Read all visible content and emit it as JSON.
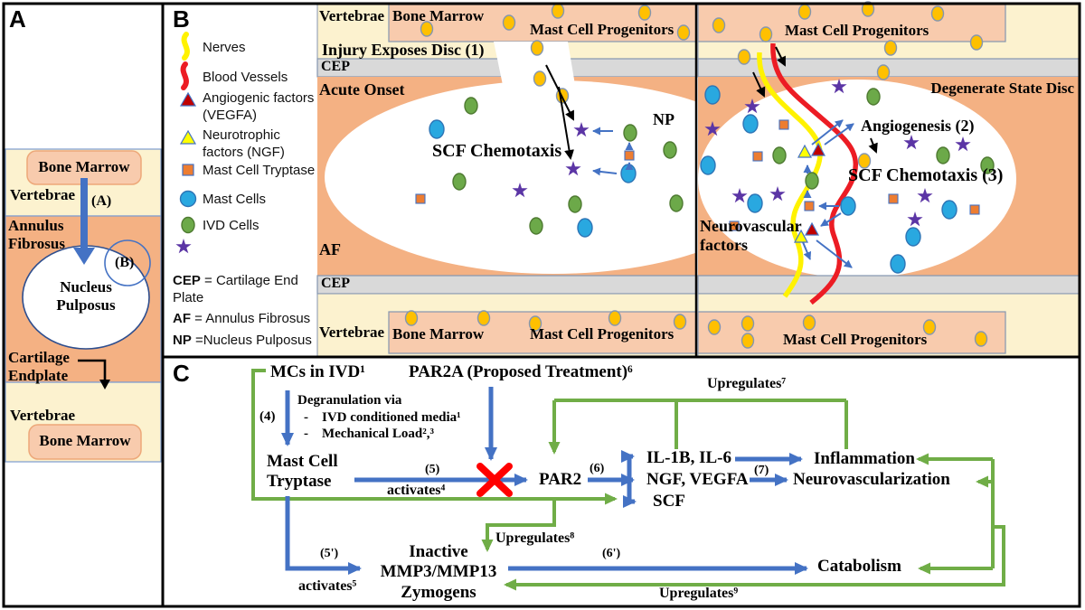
{
  "figure": {
    "panel_a_label": "A",
    "panel_b_label": "B",
    "panel_c_label": "C"
  },
  "panelA": {
    "vertebrae_top": "Vertebrae",
    "bone_marrow_top": "Bone Marrow",
    "arrow_label": "(A)",
    "annulus_fibrosus": "Annulus\nFibrosus",
    "nucleus_pulposus": "Nucleus\nPulposus",
    "inset_label": "(B)",
    "cartilage_endplate": "Cartilage\nEndplate",
    "vertebrae_bottom": "Vertebrae",
    "bone_marrow_bottom": "Bone Marrow"
  },
  "legend": {
    "items": [
      {
        "icon": "nerve-icon",
        "label": "Nerves"
      },
      {
        "icon": "blood-vessel-icon",
        "label": "Blood Vessels"
      },
      {
        "icon": "angiogenic-factor-icon",
        "label": "Angiogenic factors (VEGFA)"
      },
      {
        "icon": "neurotrophic-factor-icon",
        "label": "Neurotrophic factors (NGF)"
      },
      {
        "icon": "mast-cell-tryptase-icon",
        "label": "Mast Cell Tryptase"
      },
      {
        "icon": "mast-cell-icon",
        "label": "Mast Cells"
      },
      {
        "icon": "ivd-cell-icon",
        "label": "IVD Cells"
      },
      {
        "icon": "scf-star-icon",
        "label": ""
      }
    ],
    "abbreviations": [
      {
        "abbr": "CEP",
        "rest": " = Cartilage End Plate"
      },
      {
        "abbr": "AF",
        "rest": " = Annulus Fibrosus"
      },
      {
        "abbr": "NP",
        "rest": " =Nucleus Pulposus"
      }
    ]
  },
  "discLeft": {
    "vertebrae_top": "Vertebrae",
    "bone_marrow_top": "Bone Marrow",
    "progenitors_top": "Mast Cell Progenitors",
    "injury": "Injury Exposes Disc (1)",
    "cep_top": "CEP",
    "acute_onset": "Acute Onset",
    "np": "NP",
    "scf_chemotaxis": "SCF Chemotaxis",
    "af": "AF",
    "cep_bottom": "CEP",
    "vertebrae_bottom": "Vertebrae",
    "bone_marrow_bottom": "Bone Marrow",
    "progenitors_bottom": "Mast Cell Progenitors"
  },
  "discRight": {
    "progenitors_top": "Mast Cell Progenitors",
    "degenerate": "Degenerate State Disc",
    "angiogenesis": "Angiogenesis (2)",
    "scf_chemotaxis": "SCF Chemotaxis (3)",
    "neurovascular": "Neurovascular\nfactors",
    "progenitors_bottom": "Mast Cell Progenitors"
  },
  "pathway": {
    "mcs_in_ivd": "MCs in IVD¹",
    "par2a": "PAR2A (Proposed Treatment)⁶",
    "step4": "(4)",
    "degranulation": "Degranulation via",
    "degran_item1": "-    IVD conditioned media¹",
    "degran_item2": "-    Mechanical Load²,³",
    "mast_cell_tryptase": "Mast Cell\nTryptase",
    "step5": "(5)",
    "activates4": "activates⁴",
    "par2": "PAR2",
    "step6": "(6)",
    "il": "IL-1B, IL-6",
    "ngf": "NGF, VEGFA",
    "scf": "SCF",
    "step7": "(7)",
    "inflammation": "Inflammation",
    "neurovascularization": "Neurovascularization",
    "upregulates7": "Upregulates⁷",
    "upregulates8": "Upregulates⁸",
    "zymogens": "Inactive\nMMP3/MMP13\nZymogens",
    "step5p": "(5')",
    "activates5": "activates⁵",
    "step6p": "(6')",
    "catabolism": "Catabolism",
    "upregulates9": "Upregulates⁹"
  },
  "colors": {
    "blue_arrow": "#4472C4",
    "green_arrow": "#70AD47",
    "red_x": "#FF0000",
    "vertebrae_yellow": "#FCF2CF",
    "bone_marrow_salmon": "#F8CBAD",
    "annulus_orange": "#F4B183",
    "cep_gray": "#D9D9D9",
    "mast_cell_blue": "#29A8E0",
    "ivd_cell_green": "#6CA949",
    "progenitor_yellow": "#FFC000",
    "tryptase_orange": "#ED7D31",
    "scf_purple": "#5B35A5",
    "vegfa_red": "#C00000",
    "ngf_yellow": "#FFFF00",
    "nerve_yellow": "#FFF200",
    "vessel_red": "#EC1C24"
  }
}
